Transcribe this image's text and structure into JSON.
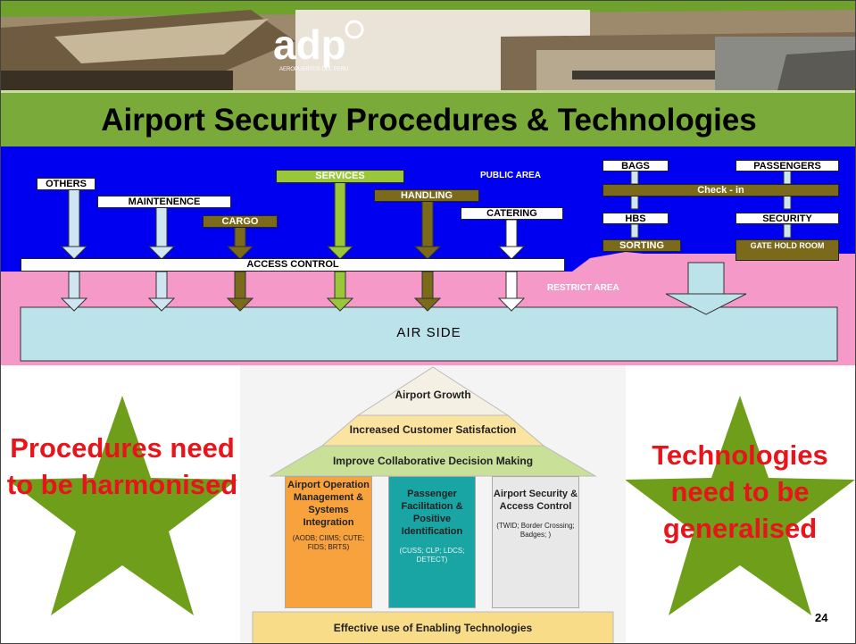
{
  "slide": {
    "title": "Airport Security Procedures & Technologies",
    "page_number": "24",
    "logo_text": "adp",
    "logo_subtext": "AEROPUERTOS DEL PERU"
  },
  "flow": {
    "public_area": "PUBLIC AREA",
    "restrict_area": "RESTRICT AREA",
    "access_control": "ACCESS CONTROL",
    "air_side": "AIR SIDE",
    "sources": [
      {
        "label": "OTHERS"
      },
      {
        "label": "MAINTENENCE"
      },
      {
        "label": "CARGO"
      },
      {
        "label": "SERVICES"
      },
      {
        "label": "HANDLING"
      },
      {
        "label": "CATERING"
      }
    ],
    "terminal": {
      "bags": "BAGS",
      "passengers": "PASSENGERS",
      "checkin": "Check - in",
      "hbs": "HBS",
      "security": "SECURITY",
      "sorting": "SORTING",
      "gate_hold_room": "GATE HOLD ROOM"
    }
  },
  "house": {
    "roof": "Airport Growth",
    "tier1": "Increased Customer Satisfaction",
    "tier2": "Improve Collaborative Decision Making",
    "base": "Effective use of Enabling Technologies",
    "pillars": [
      {
        "title": "Airport Operation Management & Systems Integration",
        "detail": "(AODB; CIIMS; CUTE; FIDS; BRTS)"
      },
      {
        "title": "Passenger Facilitation & Positive Identification",
        "detail": "(CUSS; CLP; LDCS; DETECT)"
      },
      {
        "title": "Airport Security & Access Control",
        "detail": "(TWID; Border Crossing; Badges; )"
      }
    ]
  },
  "stars": {
    "left": "Procedures need to be harmonised",
    "right": "Technologies need to be generalised"
  },
  "colors": {
    "public_area": "#0000f0",
    "restrict_area": "#f59ac8",
    "air_side": "#bde3ea",
    "title_bar": "#7aaa3a",
    "star": "#6f9e1a",
    "star_text": "#e8141c",
    "pillar_orange": "#f7a23c",
    "pillar_teal": "#1aa5a5",
    "pillar_grey": "#e8e8e8"
  }
}
